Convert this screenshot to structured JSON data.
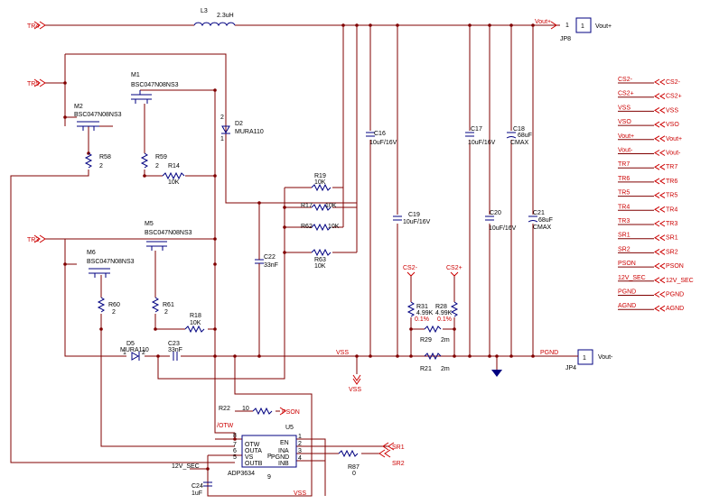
{
  "nets": {
    "tr4": "TR4",
    "tr5": "TR5",
    "tr3": "TR3",
    "vout_pos": "Vout+",
    "vout_neg": "Vout-",
    "vss": "VSS",
    "pgnd": "PGND",
    "cs_neg": "CS2-",
    "cs_pos": "CS2+",
    "pson": "PSON",
    "otw": "/OTW",
    "sr1": "SR1",
    "sr2": "SR2",
    "twelve_v_sec": "12V_SEC"
  },
  "components": {
    "l3": {
      "ref": "L3",
      "value": "2.3uH"
    },
    "m1": {
      "ref": "M1",
      "value": "BSC047N08NS3"
    },
    "m2": {
      "ref": "M2",
      "value": "BSC047N08NS3"
    },
    "m5": {
      "ref": "M5",
      "value": "BSC047N08NS3"
    },
    "m6": {
      "ref": "M6",
      "value": "BSC047N08NS3"
    },
    "d2": {
      "ref": "D2",
      "value": "MURA110",
      "pin1": "1",
      "pin2": "2"
    },
    "d5": {
      "ref": "D5",
      "value": "MURA110",
      "pin1": "1",
      "pin2": "2"
    },
    "r58": {
      "ref": "R58",
      "value": "2"
    },
    "r59": {
      "ref": "R59",
      "value": "2"
    },
    "r14": {
      "ref": "R14",
      "value": "10K"
    },
    "r60": {
      "ref": "R60",
      "value": "2"
    },
    "r61": {
      "ref": "R61",
      "value": "2"
    },
    "r18": {
      "ref": "R18",
      "value": "10K"
    },
    "r19": {
      "ref": "R19",
      "value": "10K"
    },
    "r17": {
      "ref": "R17",
      "value": "10K"
    },
    "r62": {
      "ref": "R62",
      "value": "10K"
    },
    "r63": {
      "ref": "R63",
      "value": "10K"
    },
    "c22": {
      "ref": "C22",
      "value": "33nF"
    },
    "c23": {
      "ref": "C23",
      "value": "33nF"
    },
    "c16": {
      "ref": "C16",
      "value": "10uF/16V"
    },
    "c19": {
      "ref": "C19",
      "value": "10uF/16V"
    },
    "c17": {
      "ref": "C17",
      "value": "10uF/16V"
    },
    "c20": {
      "ref": "C20",
      "value": "10uF/16V"
    },
    "c18": {
      "ref": "C18",
      "value": "68uF",
      "note": "CMAX"
    },
    "c21": {
      "ref": "C21",
      "value": "68uF",
      "note": "CMAX"
    },
    "r31": {
      "ref": "R31",
      "value": "4.99K",
      "tol": "0.1%"
    },
    "r28": {
      "ref": "R28",
      "value": "4.99K",
      "tol": "0.1%"
    },
    "r29": {
      "ref": "R29",
      "value": "2m"
    },
    "r21": {
      "ref": "R21",
      "value": "2m"
    },
    "r22": {
      "ref": "R22",
      "value": "10"
    },
    "r87": {
      "ref": "R87",
      "value": "0"
    },
    "c24": {
      "ref": "C24",
      "value": "1uF"
    },
    "jp8": {
      "ref": "JP8",
      "pin": "1"
    },
    "jp4": {
      "ref": "JP4",
      "pin": "1"
    },
    "u5": {
      "ref": "U5",
      "part": "ADP3634",
      "center_label": "P",
      "left_pins": [
        {
          "num": "8",
          "name": ""
        },
        {
          "num": "7",
          "name": "OTW"
        },
        {
          "num": "6",
          "name": "OUTA"
        },
        {
          "num": "5",
          "name": "VS"
        },
        {
          "num": "",
          "name": "OUTB"
        }
      ],
      "right_pins": [
        {
          "num": "1",
          "name": "EN"
        },
        {
          "num": "2",
          "name": "INA"
        },
        {
          "num": "3",
          "name": "PGND"
        },
        {
          "num": "4",
          "name": "INB"
        }
      ],
      "bottom_pin": "9"
    }
  },
  "side_ports": [
    {
      "label": "CS2-",
      "port": "CS2-"
    },
    {
      "label": "CS2+",
      "port": "CS2+"
    },
    {
      "label": "VSS",
      "port": "VSS"
    },
    {
      "label": "VSO",
      "port": "VSO"
    },
    {
      "label": "Vout+",
      "port": "Vout+"
    },
    {
      "label": "Vout-",
      "port": "Vout-"
    },
    {
      "label": "TR7",
      "port": "TR7"
    },
    {
      "label": "TR6",
      "port": "TR6"
    },
    {
      "label": "TR5",
      "port": "TR5"
    },
    {
      "label": "TR4",
      "port": "TR4"
    },
    {
      "label": "TR3",
      "port": "TR3"
    },
    {
      "label": "SR1",
      "port": "SR1"
    },
    {
      "label": "SR2",
      "port": "SR2"
    },
    {
      "label": "PSON",
      "port": "PSON"
    },
    {
      "label": "12V_SEC",
      "port": "12V_SEC"
    },
    {
      "label": "PGND",
      "port": "PGND"
    },
    {
      "label": "AGND",
      "port": "AGND"
    }
  ],
  "colors": {
    "wire": "#800000",
    "component": "#000080",
    "net_label": "#cc0000",
    "text": "#000000"
  }
}
